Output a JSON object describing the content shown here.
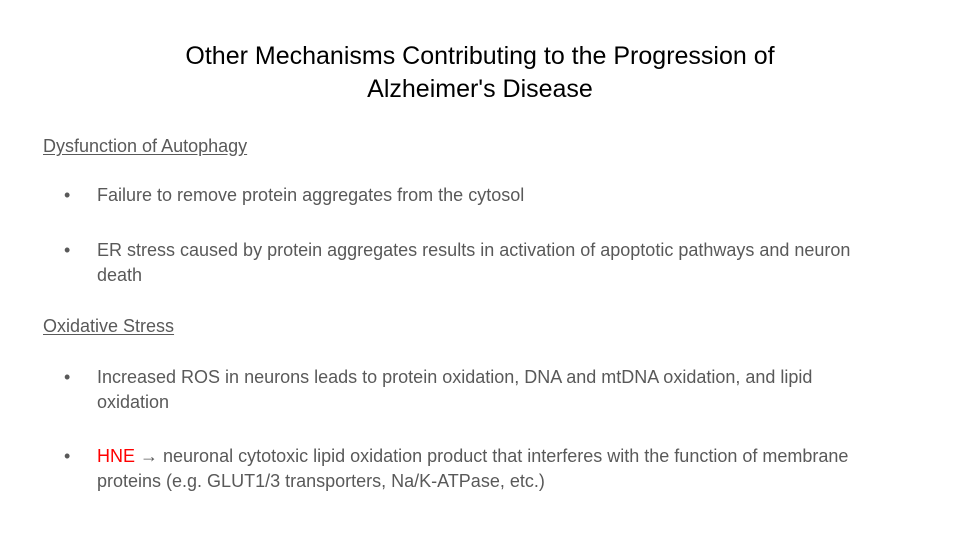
{
  "slide": {
    "title_line1": "Other Mechanisms Contributing to the Progression of",
    "title_line2": "Alzheimer's Disease",
    "sections": [
      {
        "heading": "Dysfunction of Autophagy",
        "bullets": [
          "Failure to remove protein aggregates from the cytosol",
          "ER stress caused by protein aggregates results in activation of apoptotic pathways and neuron death"
        ]
      },
      {
        "heading": "Oxidative Stress",
        "bullets": [
          "Increased ROS in neurons leads to protein oxidation, DNA and mtDNA oxidation, and lipid oxidation"
        ],
        "highlight_bullet": {
          "highlight": "HNE",
          "rest": " → neuronal cytotoxic lipid oxidation product that interferes with the function of membrane proteins (e.g. GLUT1/3 transporters, Na/K-ATPase, etc.)"
        }
      }
    ],
    "bullet_glyph": "•",
    "highlight_color": "#ff0000"
  }
}
